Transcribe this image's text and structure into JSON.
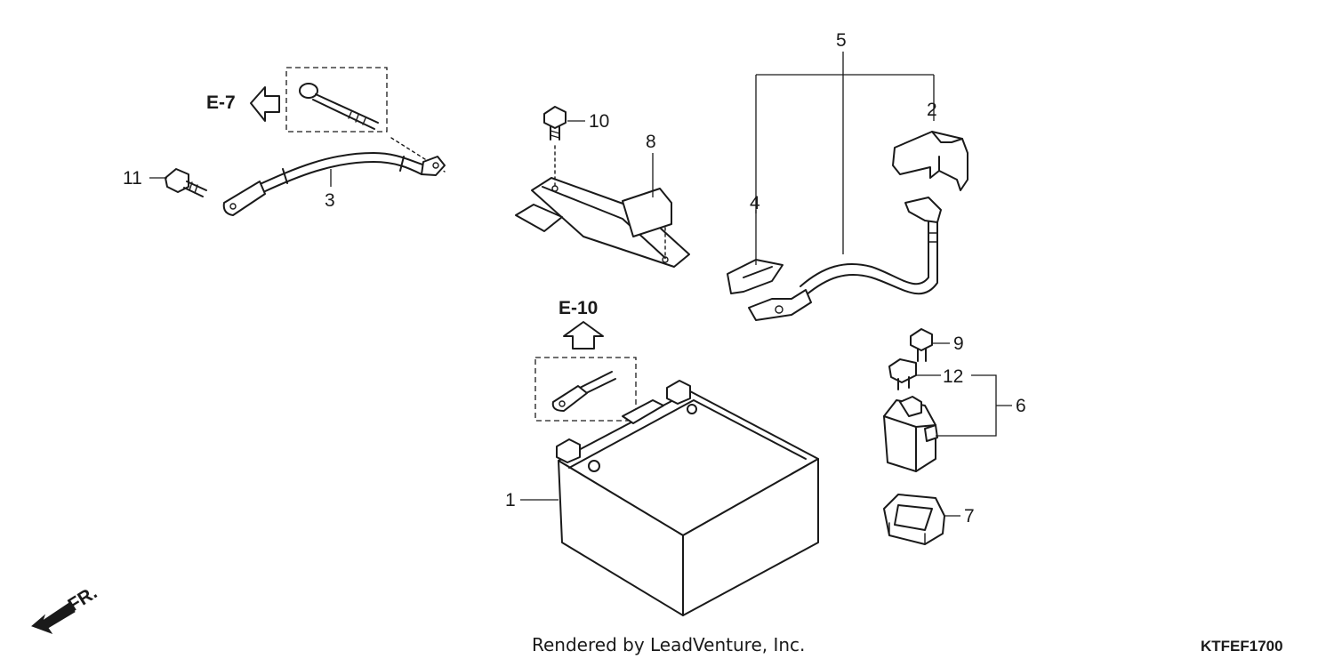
{
  "callouts": {
    "c1": "1",
    "c2": "2",
    "c3": "3",
    "c4": "4",
    "c5": "5",
    "c6": "6",
    "c7": "7",
    "c8": "8",
    "c9": "9",
    "c10": "10",
    "c11": "11",
    "c12": "12"
  },
  "references": {
    "e7": "E-7",
    "e10": "E-10"
  },
  "front_marker": "FR.",
  "credit": "Rendered by LeadVenture, Inc.",
  "diagram_code": "KTFEF1700"
}
